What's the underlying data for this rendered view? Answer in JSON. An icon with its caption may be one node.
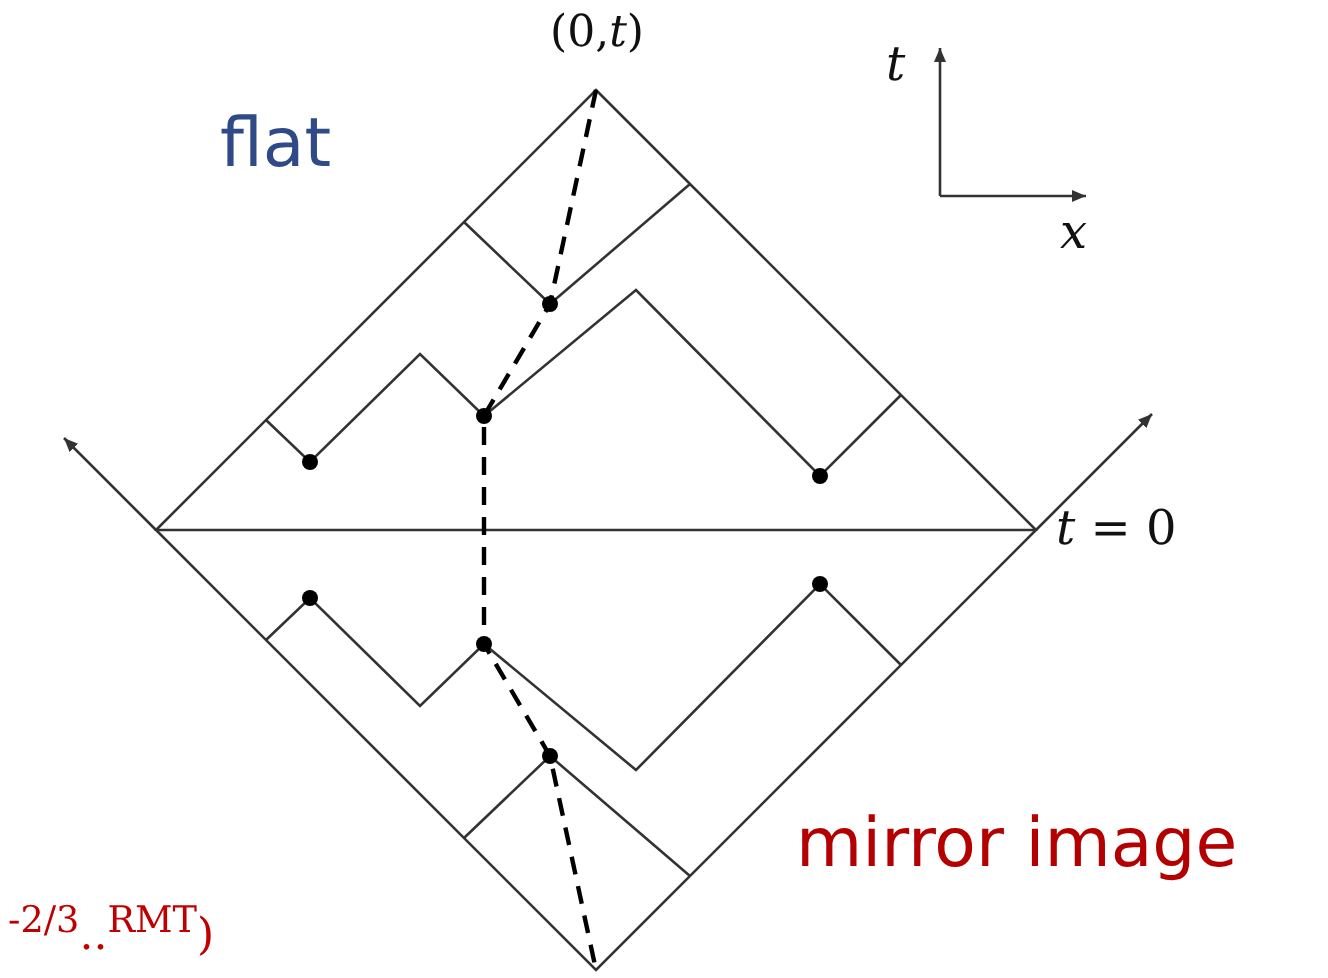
{
  "diagram": {
    "labels": [
      "(0,*t*)",
      "t",
      "x",
      "flat",
      "*t* = 0",
      "mirror image",
      "$^{-2/3}$..$^{RMT}$)"
    ]
  }
}
